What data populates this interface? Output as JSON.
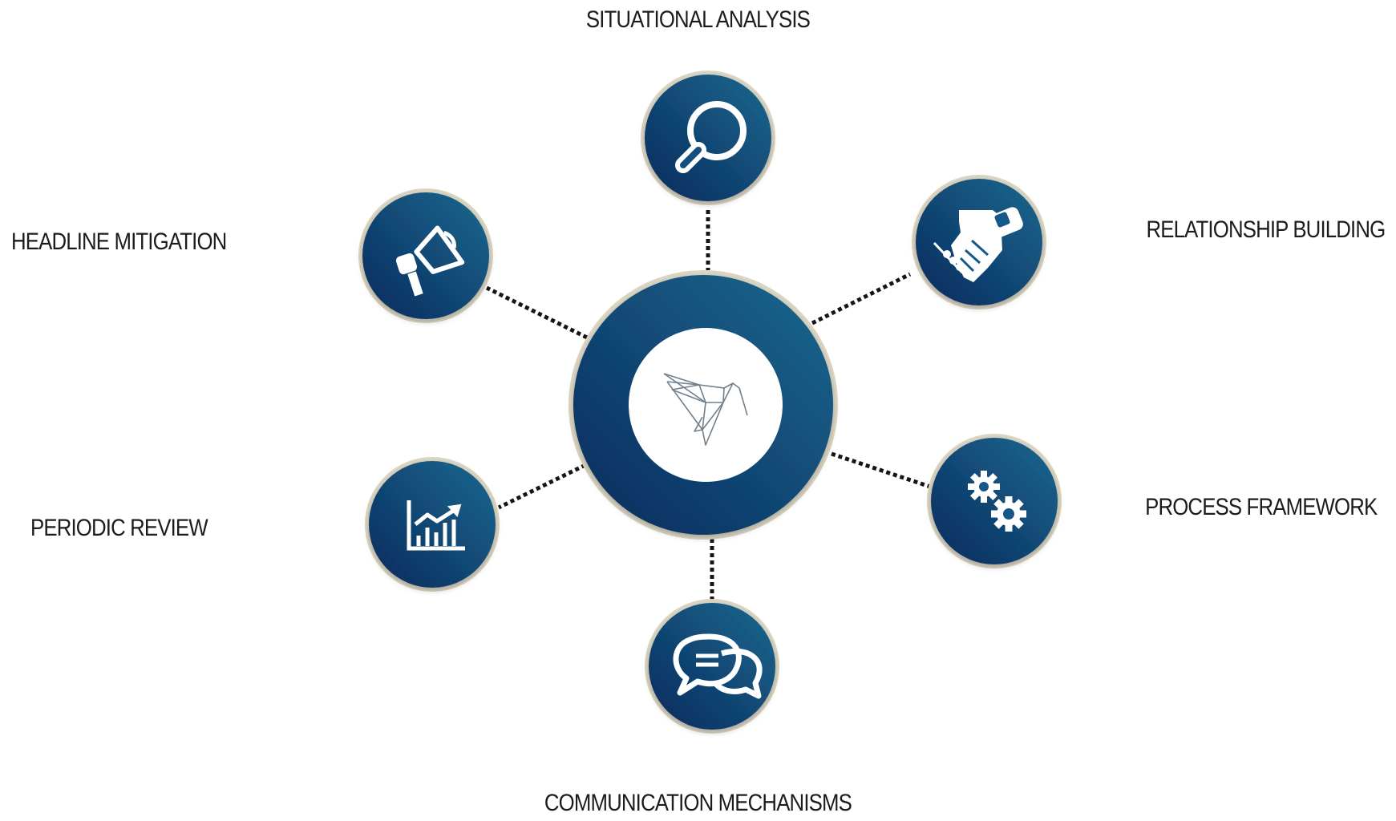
{
  "diagram": {
    "center": {
      "icon": "origami-bird-logo"
    },
    "nodes": [
      {
        "id": "situational-analysis",
        "label": "SITUATIONAL ANALYSIS",
        "icon": "magnifier-icon"
      },
      {
        "id": "relationship-building",
        "label": "RELATIONSHIP BUILDING",
        "icon": "handshake-icon"
      },
      {
        "id": "process-framework",
        "label": "PROCESS FRAMEWORK",
        "icon": "gears-icon"
      },
      {
        "id": "communication-mechanisms",
        "label": "COMMUNICATION MECHANISMS",
        "icon": "chat-bubbles-icon"
      },
      {
        "id": "periodic-review",
        "label": "PERIODIC REVIEW",
        "icon": "growth-chart-icon"
      },
      {
        "id": "headline-mitigation",
        "label": "HEADLINE MITIGATION",
        "icon": "megaphone-icon"
      }
    ]
  },
  "colors": {
    "node_dark": "#0e2e5f",
    "node_light": "#14658e",
    "node_ring": "#dcd6c4",
    "connector": "#151515",
    "label_text": "#1c1c1c",
    "logo_stroke": "#6f7f8c"
  }
}
